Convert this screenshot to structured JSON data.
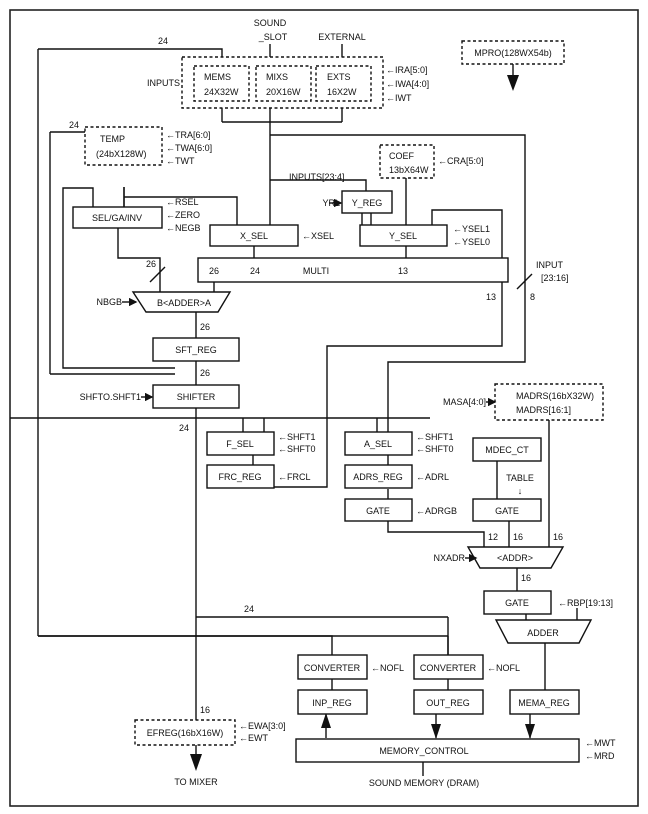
{
  "sources": {
    "sound_slot_line1": "SOUND",
    "sound_slot_line2": "_SLOT",
    "external": "EXTERNAL"
  },
  "inputs": {
    "label": "INPUTS",
    "mems": {
      "name": "MEMS",
      "size": "24X32W"
    },
    "mixs": {
      "name": "MIXS",
      "size": "20X16W"
    },
    "exts": {
      "name": "EXTS",
      "size": "16X2W"
    },
    "signals": [
      "IRA[5:0]",
      "IWA[4:0]",
      "IWT"
    ]
  },
  "mpro": {
    "label": "MPRO(128WX54b)"
  },
  "temp": {
    "name": "TEMP",
    "size": "(24bX128W)",
    "signals": [
      "TRA[6:0]",
      "TWA[6:0]",
      "TWT"
    ]
  },
  "coef": {
    "name": "COEF",
    "size": "13bX64W",
    "signal": "CRA[5:0]"
  },
  "sel_ga_inv": {
    "name": "SEL/GA/INV",
    "signals": [
      "RSEL",
      "ZERO",
      "NEGB"
    ]
  },
  "x_sel": {
    "name": "X_SEL",
    "signal": "XSEL"
  },
  "y_reg": {
    "name": "Y_REG",
    "signal": "YRL"
  },
  "y_sel": {
    "name": "Y_SEL",
    "signals": [
      "YSEL1",
      "YSEL0"
    ]
  },
  "multi": {
    "name": "MULTI",
    "widths": [
      "26",
      "24",
      "13"
    ]
  },
  "inputs_bus": "INPUTS[23:4]",
  "adder_ba": {
    "name": "B<ADDER>A",
    "signal": "NBGB"
  },
  "sft_reg": {
    "name": "SFT_REG"
  },
  "shifter": {
    "name": "SHIFTER",
    "signal": "SHFTO.SHFT1"
  },
  "f_sel": {
    "name": "F_SEL",
    "signals": [
      "SHFT1",
      "SHFT0"
    ]
  },
  "frc_reg": {
    "name": "FRC_REG",
    "signal": "FRCL"
  },
  "a_sel": {
    "name": "A_SEL",
    "signals": [
      "SHFT1",
      "SHFT0"
    ]
  },
  "adrs_reg": {
    "name": "ADRS_REG",
    "signal": "ADRL"
  },
  "gate_a": {
    "name": "GATE",
    "signal": "ADRGB"
  },
  "madrs": {
    "line1": "MADRS(16bX32W)",
    "line2": "MADRS[16:1]",
    "signal": "MASA[4:0]"
  },
  "mdec_ct": {
    "name": "MDEC_CT",
    "table_label": "TABLE"
  },
  "gate_m": {
    "name": "GATE"
  },
  "addr": {
    "name": "<ADDR>",
    "signal": "NXADR"
  },
  "gate_out": {
    "name": "GATE"
  },
  "rbp": {
    "signal": "RBP[19:13]"
  },
  "adder": {
    "name": "ADDER"
  },
  "input_bus": {
    "line1": "INPUT",
    "line2": "[23:16]"
  },
  "converter_in": {
    "name": "CONVERTER",
    "signal": "NOFL"
  },
  "converter_out": {
    "name": "CONVERTER",
    "signal": "NOFL"
  },
  "inp_reg": {
    "name": "INP_REG"
  },
  "out_reg": {
    "name": "OUT_REG"
  },
  "mema_reg": {
    "name": "MEMA_REG"
  },
  "memory_control": {
    "name": "MEMORY_CONTROL",
    "signals": [
      "MWT",
      "MRD"
    ]
  },
  "efreg": {
    "name": "EFREG(16bX16W)",
    "signals": [
      "EWA[3:0]",
      "EWT"
    ]
  },
  "to_mixer": "TO  MIXER",
  "sound_memory": "SOUND   MEMORY   (DRAM)",
  "bus_widths": {
    "w24_top": "24",
    "w24_temp": "24",
    "w26_sel": "26",
    "w26_adder_out": "26",
    "w26_sft_out": "26",
    "w24_shifter_out": "24",
    "w13_coef": "13",
    "w8_input": "8",
    "w12": "12",
    "w16_gate": "16",
    "w16_madrs": "16",
    "w16_addr_out": "16",
    "w24_bottom": "24",
    "w16_efreg": "16"
  }
}
